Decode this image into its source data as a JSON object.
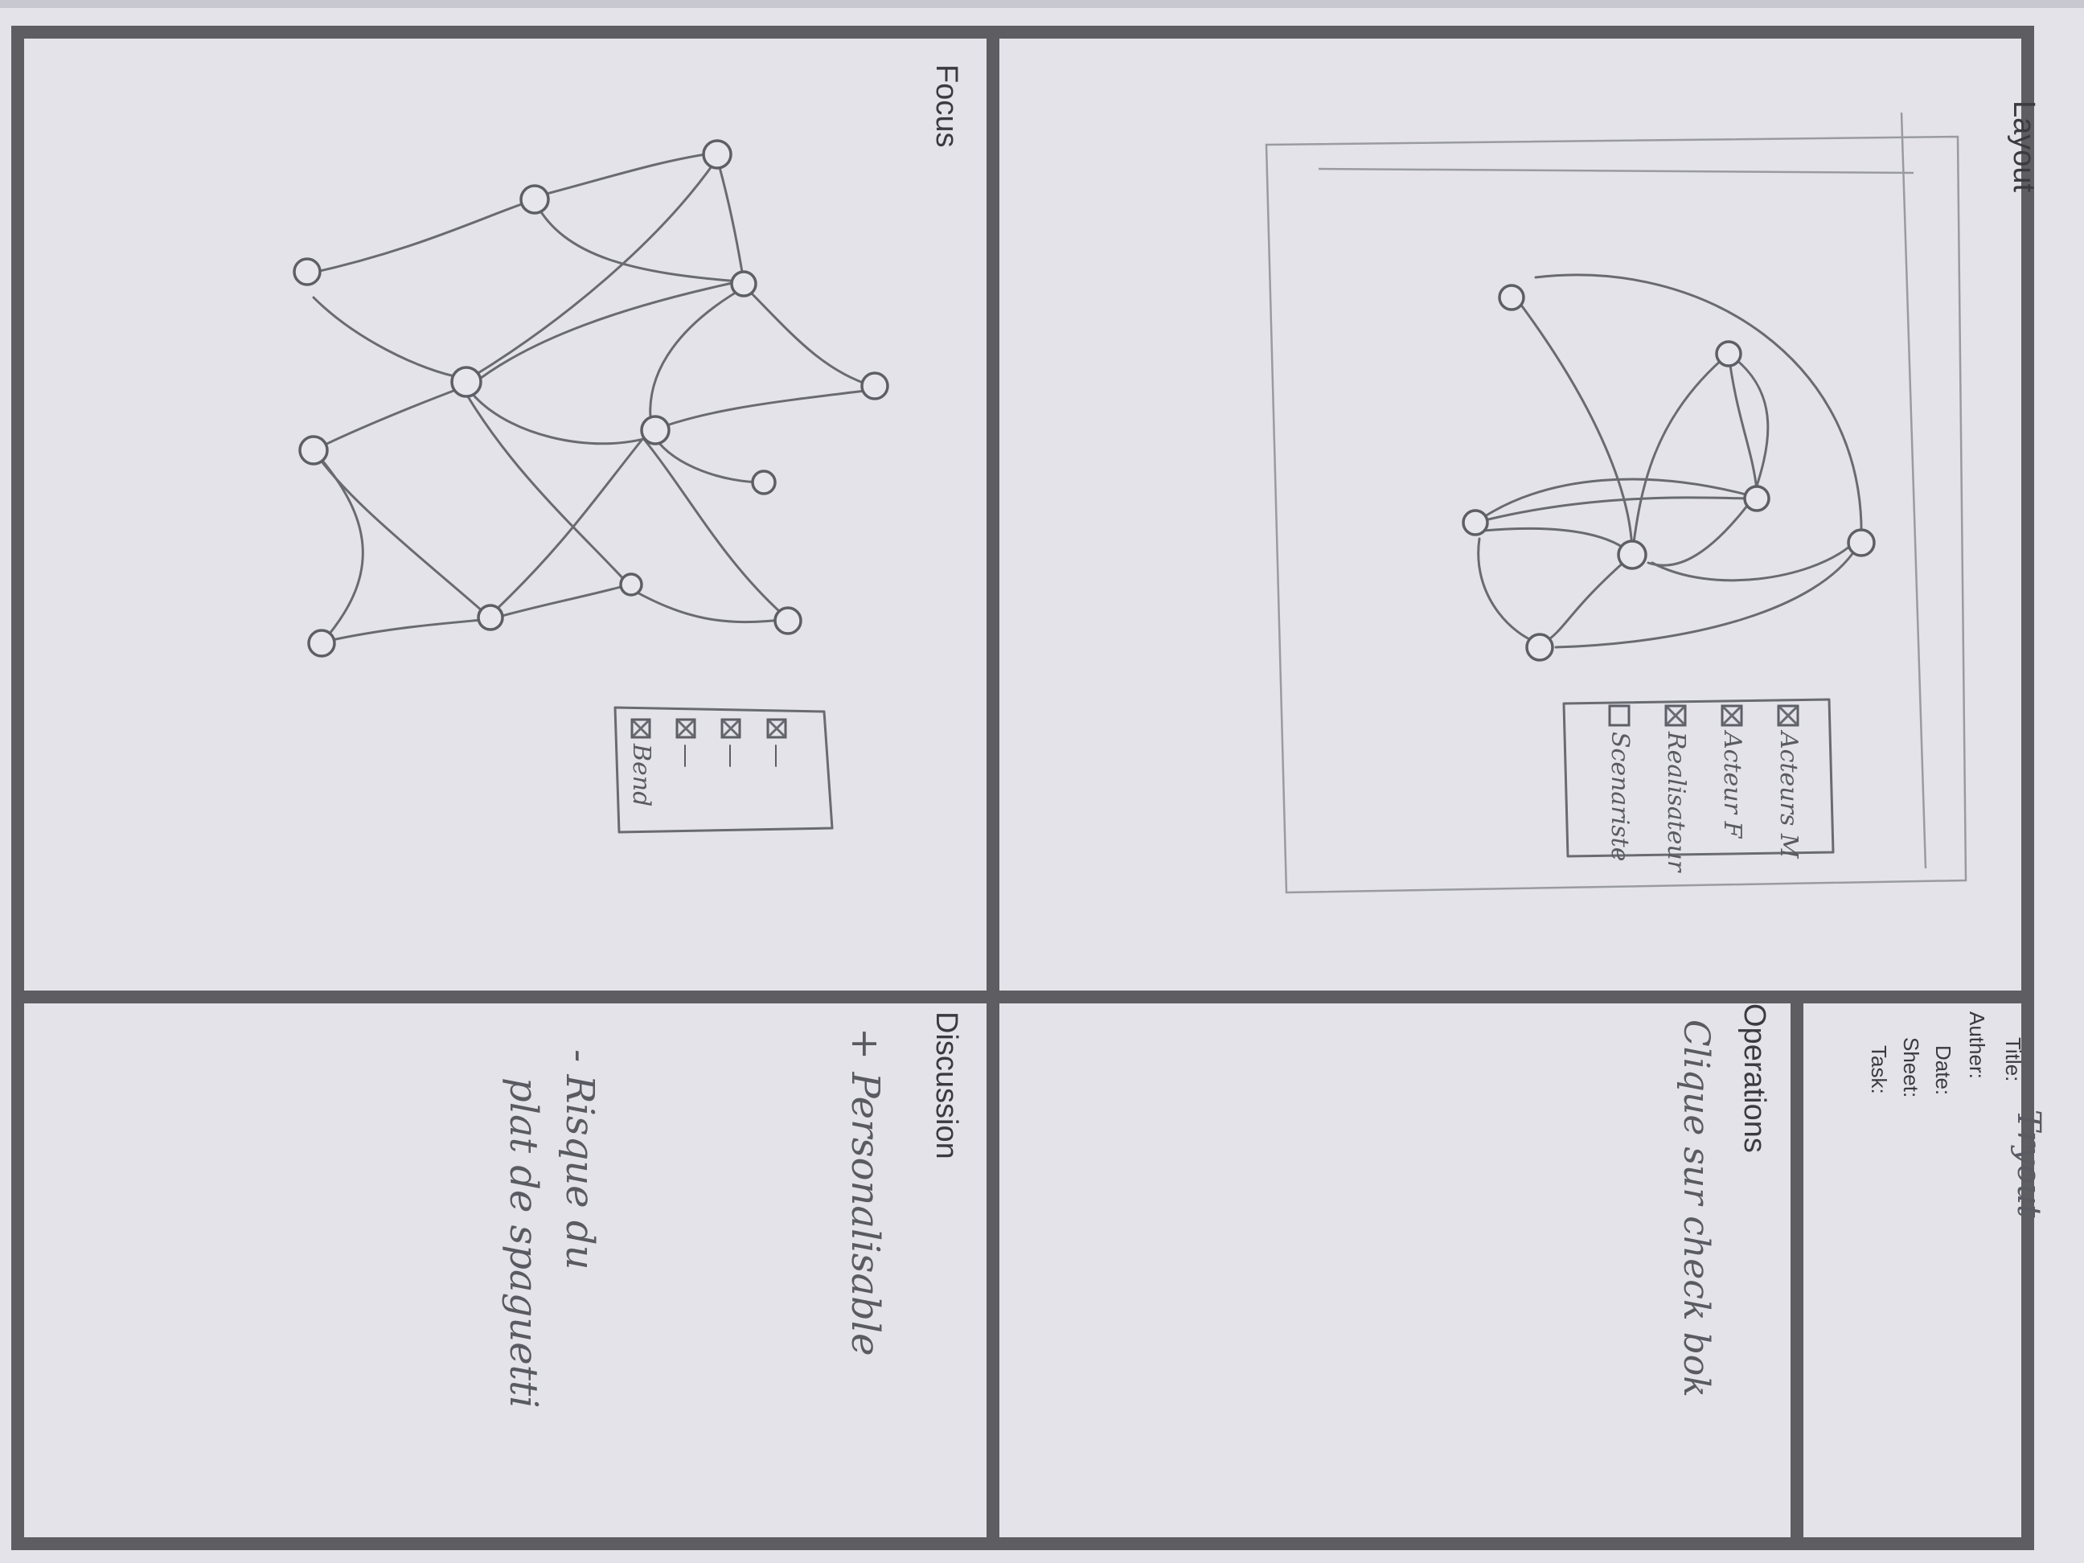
{
  "panels": {
    "layout": {
      "heading": "Layout"
    },
    "focus": {
      "heading": "Focus"
    },
    "operations": {
      "heading": "Operations",
      "note": "Clique sur check bok"
    },
    "discussion": {
      "heading": "Discussion",
      "pro": "+ Personalisable",
      "con_line1": "- Risque du",
      "con_line2": "plat de spaguetti"
    }
  },
  "meta": {
    "title_label": "Title:",
    "title_value": "Tryout",
    "author_label": "Auther:",
    "date_label": "Date:",
    "sheet_label": "Sheet:",
    "task_label": "Task:"
  },
  "layout_legend": {
    "items": [
      {
        "label": "Acteurs M",
        "checked": true
      },
      {
        "label": "Acteur F",
        "checked": true
      },
      {
        "label": "Realisateur",
        "checked": true
      },
      {
        "label": "Scenariste",
        "checked": false
      }
    ]
  },
  "focus_legend": {
    "items": [
      {
        "label": "—",
        "checked": true
      },
      {
        "label": "—",
        "checked": true
      },
      {
        "label": "—",
        "checked": true
      },
      {
        "label": "Bend",
        "checked": true
      }
    ]
  },
  "colors": {
    "frame": "#5e5e62",
    "paper": "#e4e4ea",
    "pencil": "#6a6a72"
  }
}
